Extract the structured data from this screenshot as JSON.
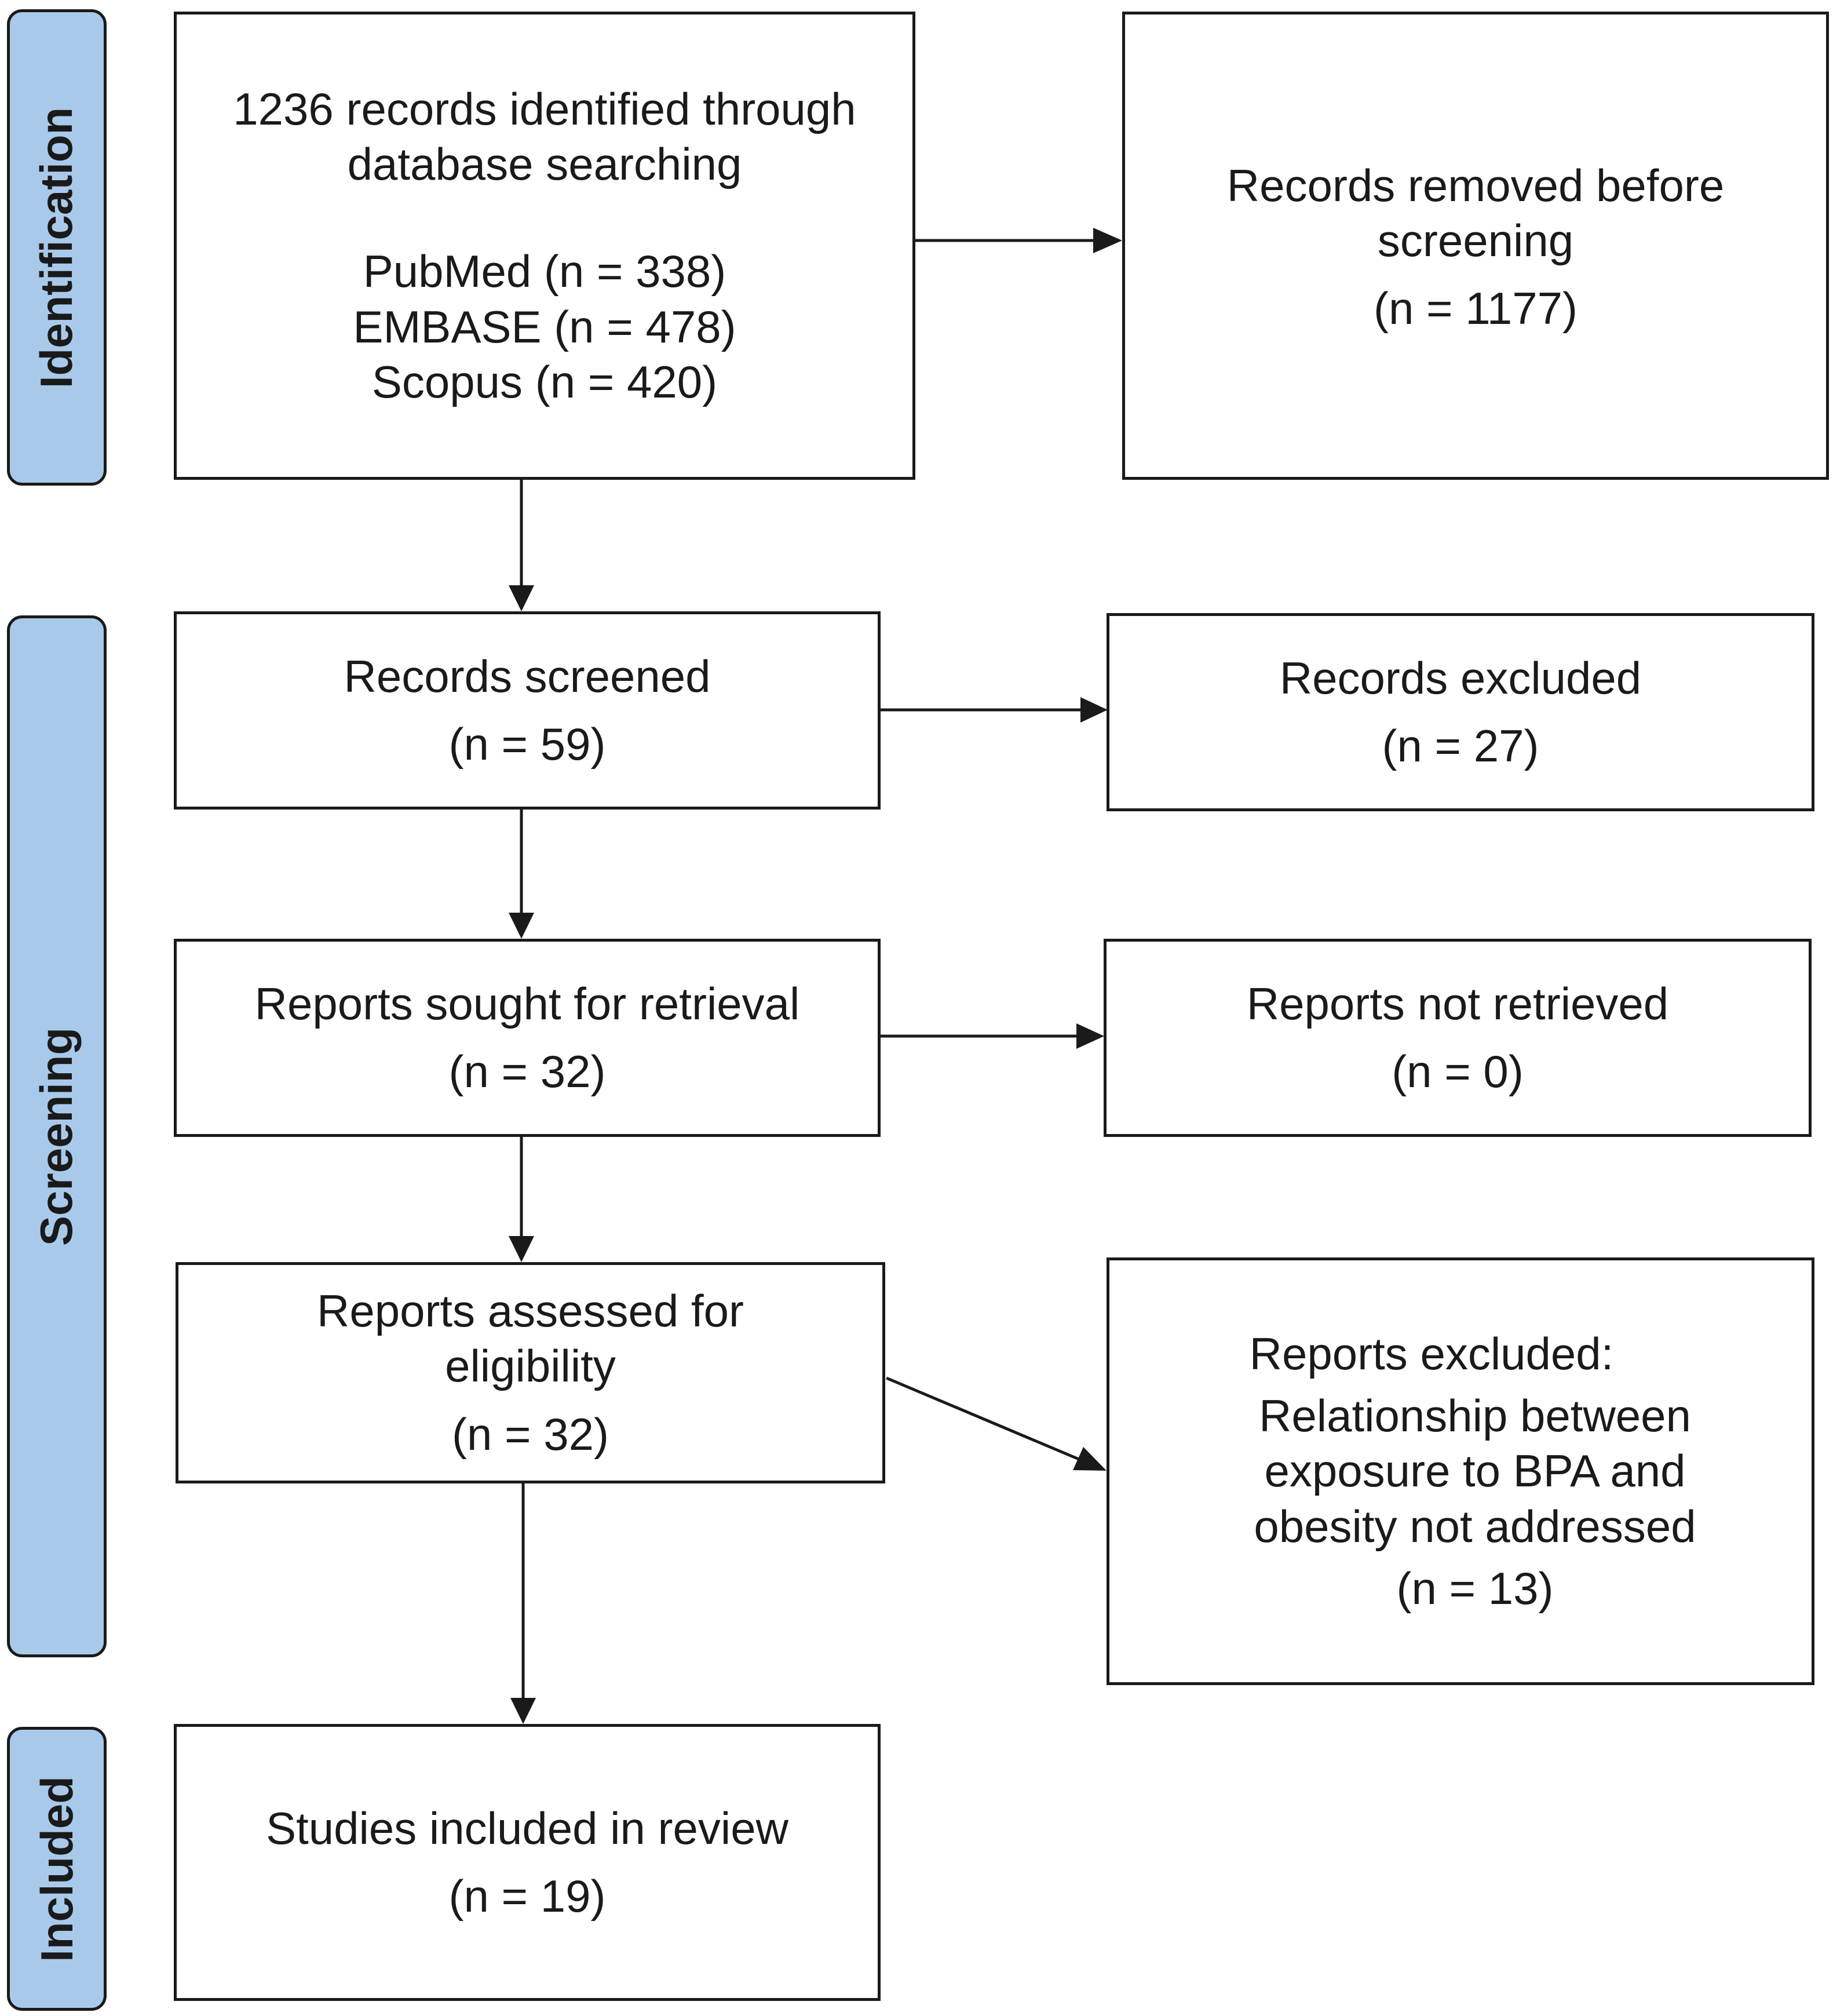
{
  "phases": {
    "identification": "Identification",
    "screening": "Screening",
    "included": "Included"
  },
  "boxes": {
    "identified": {
      "line1": "1236 records identified through",
      "line2": "database searching",
      "sources": [
        "PubMed (n = 338)",
        "EMBASE (n = 478)",
        "Scopus (n = 420)"
      ]
    },
    "removed": {
      "line1": "Records removed before",
      "line2": "screening",
      "count": "(n = 1177)"
    },
    "screened": {
      "line1": "Records screened",
      "count": "(n = 59)"
    },
    "excluded": {
      "line1": "Records excluded",
      "count": "(n = 27)"
    },
    "sought": {
      "line1": "Reports sought for retrieval",
      "count": "(n = 32)"
    },
    "not_retrieved": {
      "line1": "Reports not retrieved",
      "count": "(n = 0)"
    },
    "assessed": {
      "line1": "Reports assessed for",
      "line2": "eligibility",
      "count": "(n = 32)"
    },
    "reports_excluded": {
      "line1": "Reports excluded:",
      "reason": [
        "Relationship between",
        "exposure to BPA and",
        "obesity not addressed"
      ],
      "count": "(n = 13)"
    },
    "included": {
      "line1": "Studies included in review",
      "count": "(n = 19)"
    }
  }
}
